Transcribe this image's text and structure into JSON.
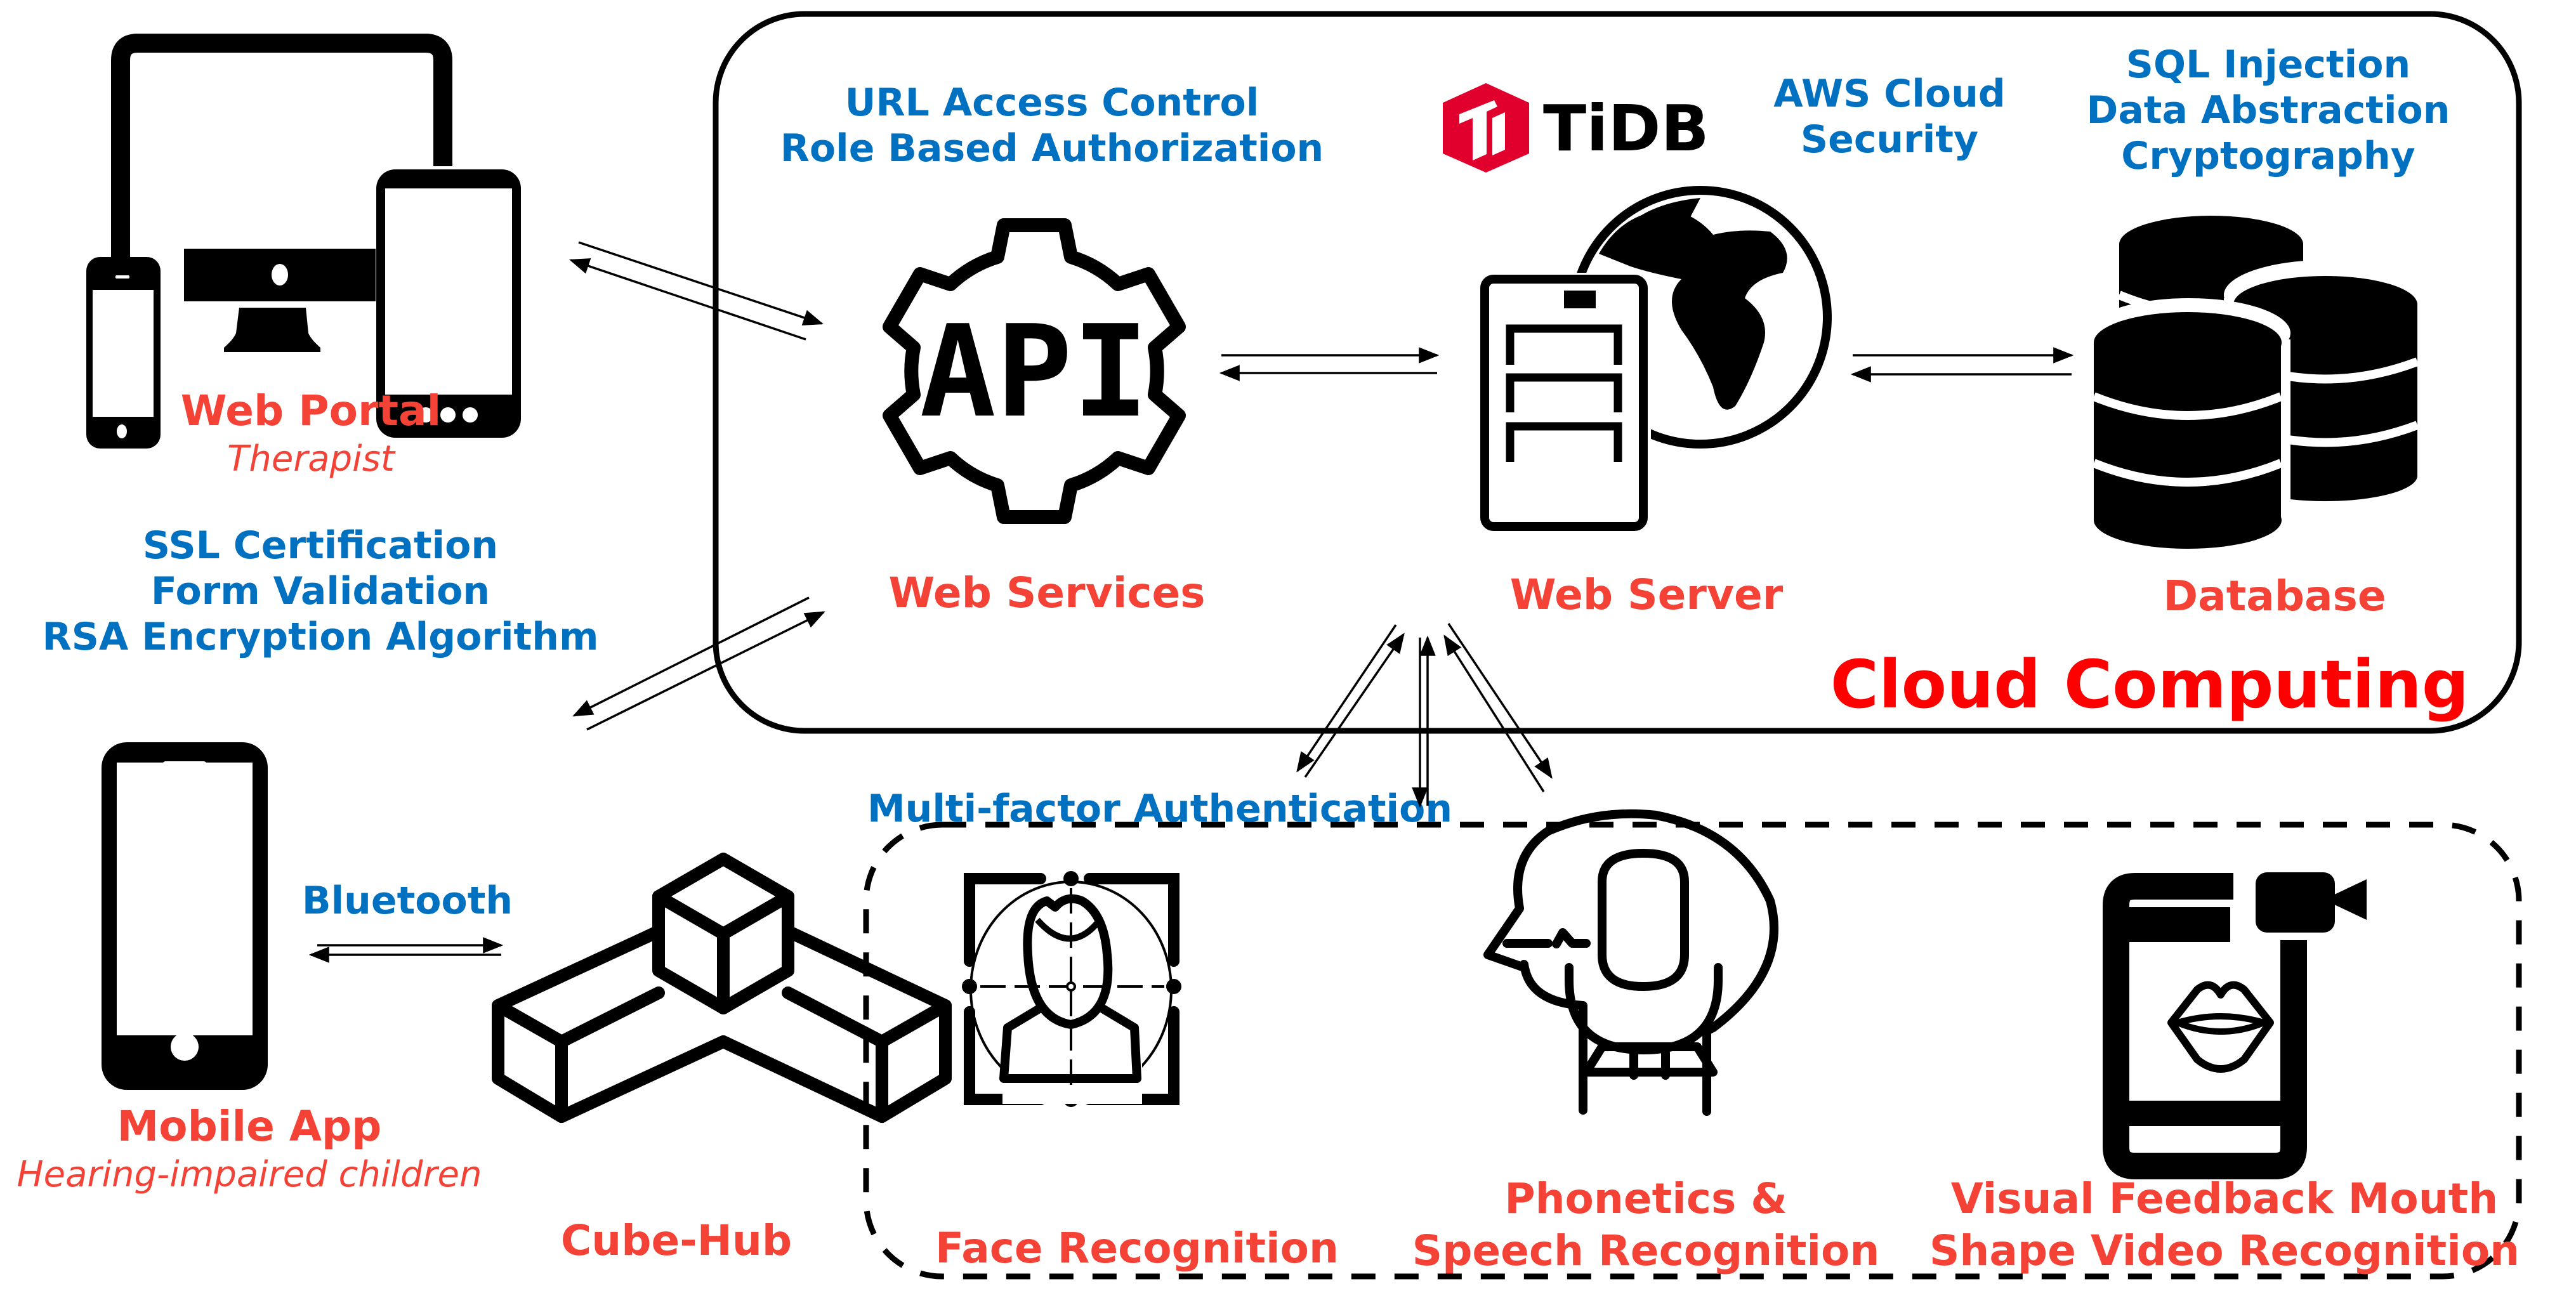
{
  "diagram": {
    "title": "Cloud Computing",
    "colors": {
      "security_text": "#0070C0",
      "component_label": "#F44336",
      "cloud_title": "#FF0000",
      "tidb_brand": "#E1002D",
      "stroke": "#000000"
    },
    "cloud_group": {
      "label": "Cloud Computing",
      "border_style": "solid"
    },
    "recognition_group": {
      "border_style": "dashed",
      "security_label": "Multi-factor Authentication"
    },
    "nodes": {
      "web_portal": {
        "label": "Web Portal",
        "sublabel": "Therapist",
        "icon": "multi-device-icon"
      },
      "web_services": {
        "label": "Web Services",
        "icon": "api-gear-icon",
        "security": [
          "URL Access Control",
          "Role Based Authorization"
        ]
      },
      "web_server": {
        "label": "Web Server",
        "icon": "server-globe-icon",
        "security": [
          "AWS Cloud",
          "Security"
        ]
      },
      "database": {
        "label": "Database",
        "icon": "database-stack-icon",
        "security": [
          "SQL Injection",
          "Data Abstraction",
          "Cryptography"
        ]
      },
      "mobile_app": {
        "label": "Mobile App",
        "sublabel": "Hearing-impaired children",
        "icon": "smartphone-icon"
      },
      "cube_hub": {
        "label": "Cube-Hub",
        "icon": "cubes-icon"
      },
      "face_recognition": {
        "label": "Face Recognition",
        "icon": "face-scan-icon"
      },
      "speech_recognition": {
        "label_lines": [
          "Phonetics &",
          "Speech Recognition"
        ],
        "icon": "head-microphone-icon"
      },
      "visual_feedback": {
        "label_lines": [
          "Visual Feedback Mouth",
          "Shape Video Recognition"
        ],
        "icon": "phone-lips-camera-icon"
      }
    },
    "client_security": [
      "SSL Certification",
      "Form Validation",
      "RSA Encryption Algorithm"
    ],
    "bluetooth_label": "Bluetooth",
    "tidb_logo": {
      "text": "TiDB",
      "mark": "Ti"
    },
    "api_text": "API",
    "edges": [
      {
        "from": "web_portal",
        "to": "web_services",
        "bidirectional": true
      },
      {
        "from": "mobile_app",
        "to": "web_services",
        "bidirectional": true
      },
      {
        "from": "web_services",
        "to": "web_server",
        "bidirectional": true
      },
      {
        "from": "web_server",
        "to": "database",
        "bidirectional": true
      },
      {
        "from": "web_server",
        "to": "face_recognition",
        "bidirectional": true
      },
      {
        "from": "web_server",
        "to": "speech_recognition",
        "bidirectional": true
      },
      {
        "from": "web_server",
        "to": "visual_feedback",
        "bidirectional": true
      },
      {
        "from": "mobile_app",
        "to": "cube_hub",
        "bidirectional": true,
        "label": "Bluetooth"
      }
    ]
  }
}
